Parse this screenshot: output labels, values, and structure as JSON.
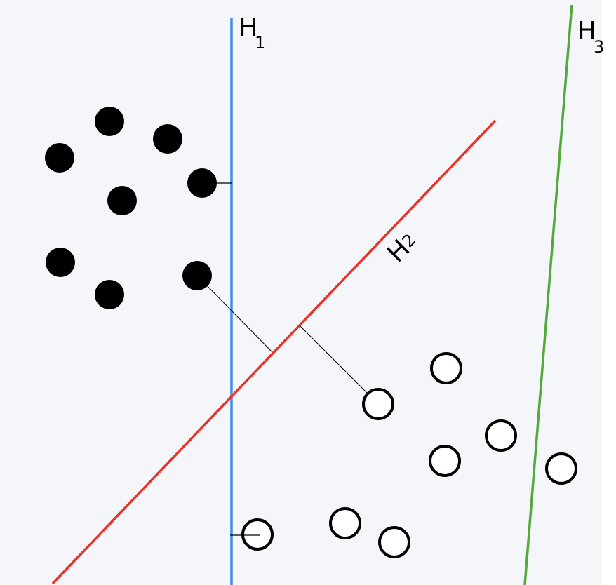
{
  "colors": {
    "background": "#f4f6fa",
    "h1": "#3a8ee6",
    "h2": "#e8322a",
    "h3": "#55a83c",
    "point_filled": "#000000",
    "point_hollow": "#ffffff",
    "distance_line": "#000000"
  },
  "labels": {
    "h1": {
      "main": "H",
      "sub": "1"
    },
    "h2": {
      "main": "H",
      "sub": "2"
    },
    "h3": {
      "main": "H",
      "sub": "3"
    }
  }
}
